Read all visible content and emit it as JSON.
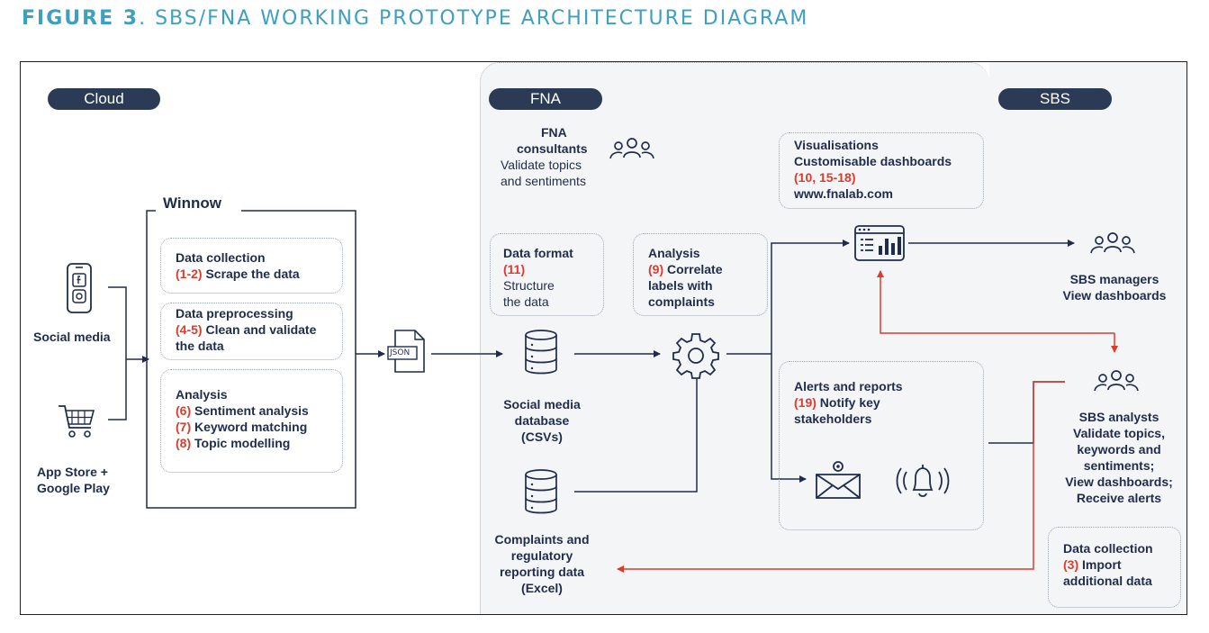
{
  "figure": {
    "number": "FIGURE 3",
    "sep": ". ",
    "title": "SBS/FNA WORKING PROTOTYPE ARCHITECTURE DIAGRAM"
  },
  "sections": {
    "cloud": "Cloud",
    "fna": "FNA",
    "sbs": "SBS"
  },
  "social_media": {
    "label": "Social media",
    "icon": "phone-icon"
  },
  "app_store": {
    "label_1": "App Store +",
    "label_2": "Google Play",
    "icon": "shopping-cart-icon"
  },
  "winnow": {
    "title": "Winnow",
    "collection": {
      "title": "Data collection",
      "ref": "(1-2)",
      "text": "Scrape the data"
    },
    "preprocessing": {
      "title": "Data preprocessing",
      "ref": "(4-5)",
      "text_1": "Clean and validate",
      "text_2": "the data"
    },
    "analysis": {
      "title": "Analysis",
      "items": [
        {
          "ref": "(6)",
          "text": "Sentiment analysis"
        },
        {
          "ref": "(7)",
          "text": "Keyword matching"
        },
        {
          "ref": "(8)",
          "text": "Topic modelling"
        }
      ]
    }
  },
  "json_file": {
    "label": "JSON"
  },
  "fna_consultants": {
    "title_1": "FNA",
    "title_2": "consultants",
    "text_1": "Validate topics",
    "text_2": "and sentiments"
  },
  "data_format": {
    "title": "Data format",
    "ref": "(11)",
    "text_1": "Structure",
    "text_2": "the data"
  },
  "fna_analysis": {
    "title": "Analysis",
    "ref": "(9)",
    "text_1": "Correlate",
    "text_2": "labels with",
    "text_3": "complaints"
  },
  "social_db": {
    "line_1": "Social media",
    "line_2": "database",
    "line_3": "(CSVs)"
  },
  "complaints_db": {
    "line_1": "Complaints and",
    "line_2": "regulatory",
    "line_3": "reporting data",
    "line_4": "(Excel)"
  },
  "visualisations": {
    "title": "Visualisations",
    "text": "Customisable dashboards",
    "ref": "(10, 15-18)",
    "url": "www.fnalab.com"
  },
  "alerts": {
    "title": "Alerts and reports",
    "ref": "(19)",
    "text_1": "Notify key",
    "text_2": "stakeholders"
  },
  "sbs_managers": {
    "title": "SBS managers",
    "text": "View dashboards"
  },
  "sbs_analysts": {
    "title": "SBS analysts",
    "lines": [
      "Validate topics,",
      "keywords and",
      "sentiments;",
      "View dashboards;",
      "Receive alerts"
    ]
  },
  "sbs_collection": {
    "title": "Data collection",
    "ref": "(3)",
    "text_1": "Import",
    "text_2": "additional data"
  },
  "colors": {
    "navy": "#1f2d4a",
    "accent": "#e03a2c",
    "title_blue": "#3f9fc0",
    "panel": "#f4f5f7"
  }
}
